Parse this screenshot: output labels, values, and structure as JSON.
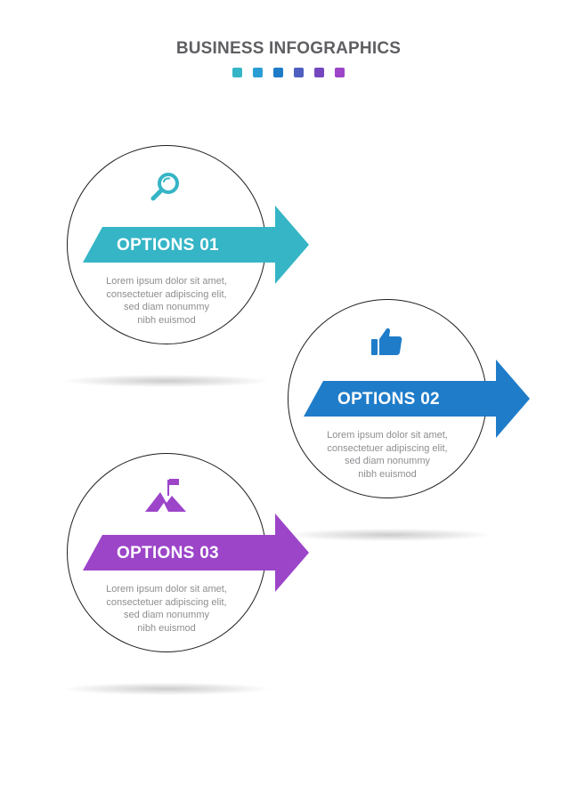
{
  "header": {
    "title": "BUSINESS INFOGRAPHICS",
    "dot_colors": [
      "#35b5c6",
      "#2a9ed4",
      "#1f7cc9",
      "#4f5fc0",
      "#7547bf",
      "#9c45c9"
    ]
  },
  "options": [
    {
      "label": "OPTIONS 01",
      "color": "#35b5c6",
      "icon": "magnifier-icon",
      "text": [
        "Lorem ipsum dolor sit amet,",
        "consectetuer adipiscing elit,",
        "sed diam nonummy",
        "nibh euismod"
      ]
    },
    {
      "label": "OPTIONS 02",
      "color": "#1f7cc9",
      "icon": "thumbs-up-icon",
      "text": [
        "Lorem ipsum dolor sit amet,",
        "consectetuer adipiscing elit,",
        "sed diam nonummy",
        "nibh euismod"
      ]
    },
    {
      "label": "OPTIONS 03",
      "color": "#9c45c9",
      "icon": "mountain-flag-icon",
      "text": [
        "Lorem ipsum dolor sit amet,",
        "consectetuer adipiscing elit,",
        "sed diam nonummy",
        "nibh euismod"
      ]
    }
  ]
}
